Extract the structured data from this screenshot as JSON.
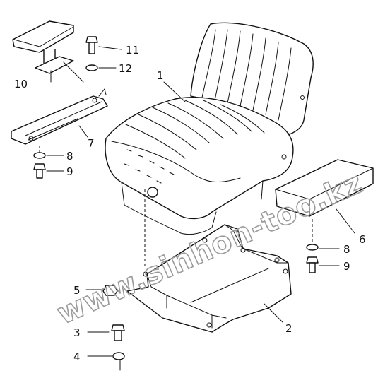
{
  "watermark": "www.sinhon-too.kz",
  "callouts": [
    {
      "id": "1",
      "label": "1"
    },
    {
      "id": "2",
      "label": "2"
    },
    {
      "id": "3",
      "label": "3"
    },
    {
      "id": "4",
      "label": "4"
    },
    {
      "id": "5",
      "label": "5"
    },
    {
      "id": "6",
      "label": "6"
    },
    {
      "id": "7",
      "label": "7"
    },
    {
      "id": "8a",
      "label": "8"
    },
    {
      "id": "8b",
      "label": "8"
    },
    {
      "id": "9a",
      "label": "9"
    },
    {
      "id": "9b",
      "label": "9"
    },
    {
      "id": "10",
      "label": "10"
    },
    {
      "id": "11",
      "label": "11"
    },
    {
      "id": "12",
      "label": "12"
    }
  ]
}
